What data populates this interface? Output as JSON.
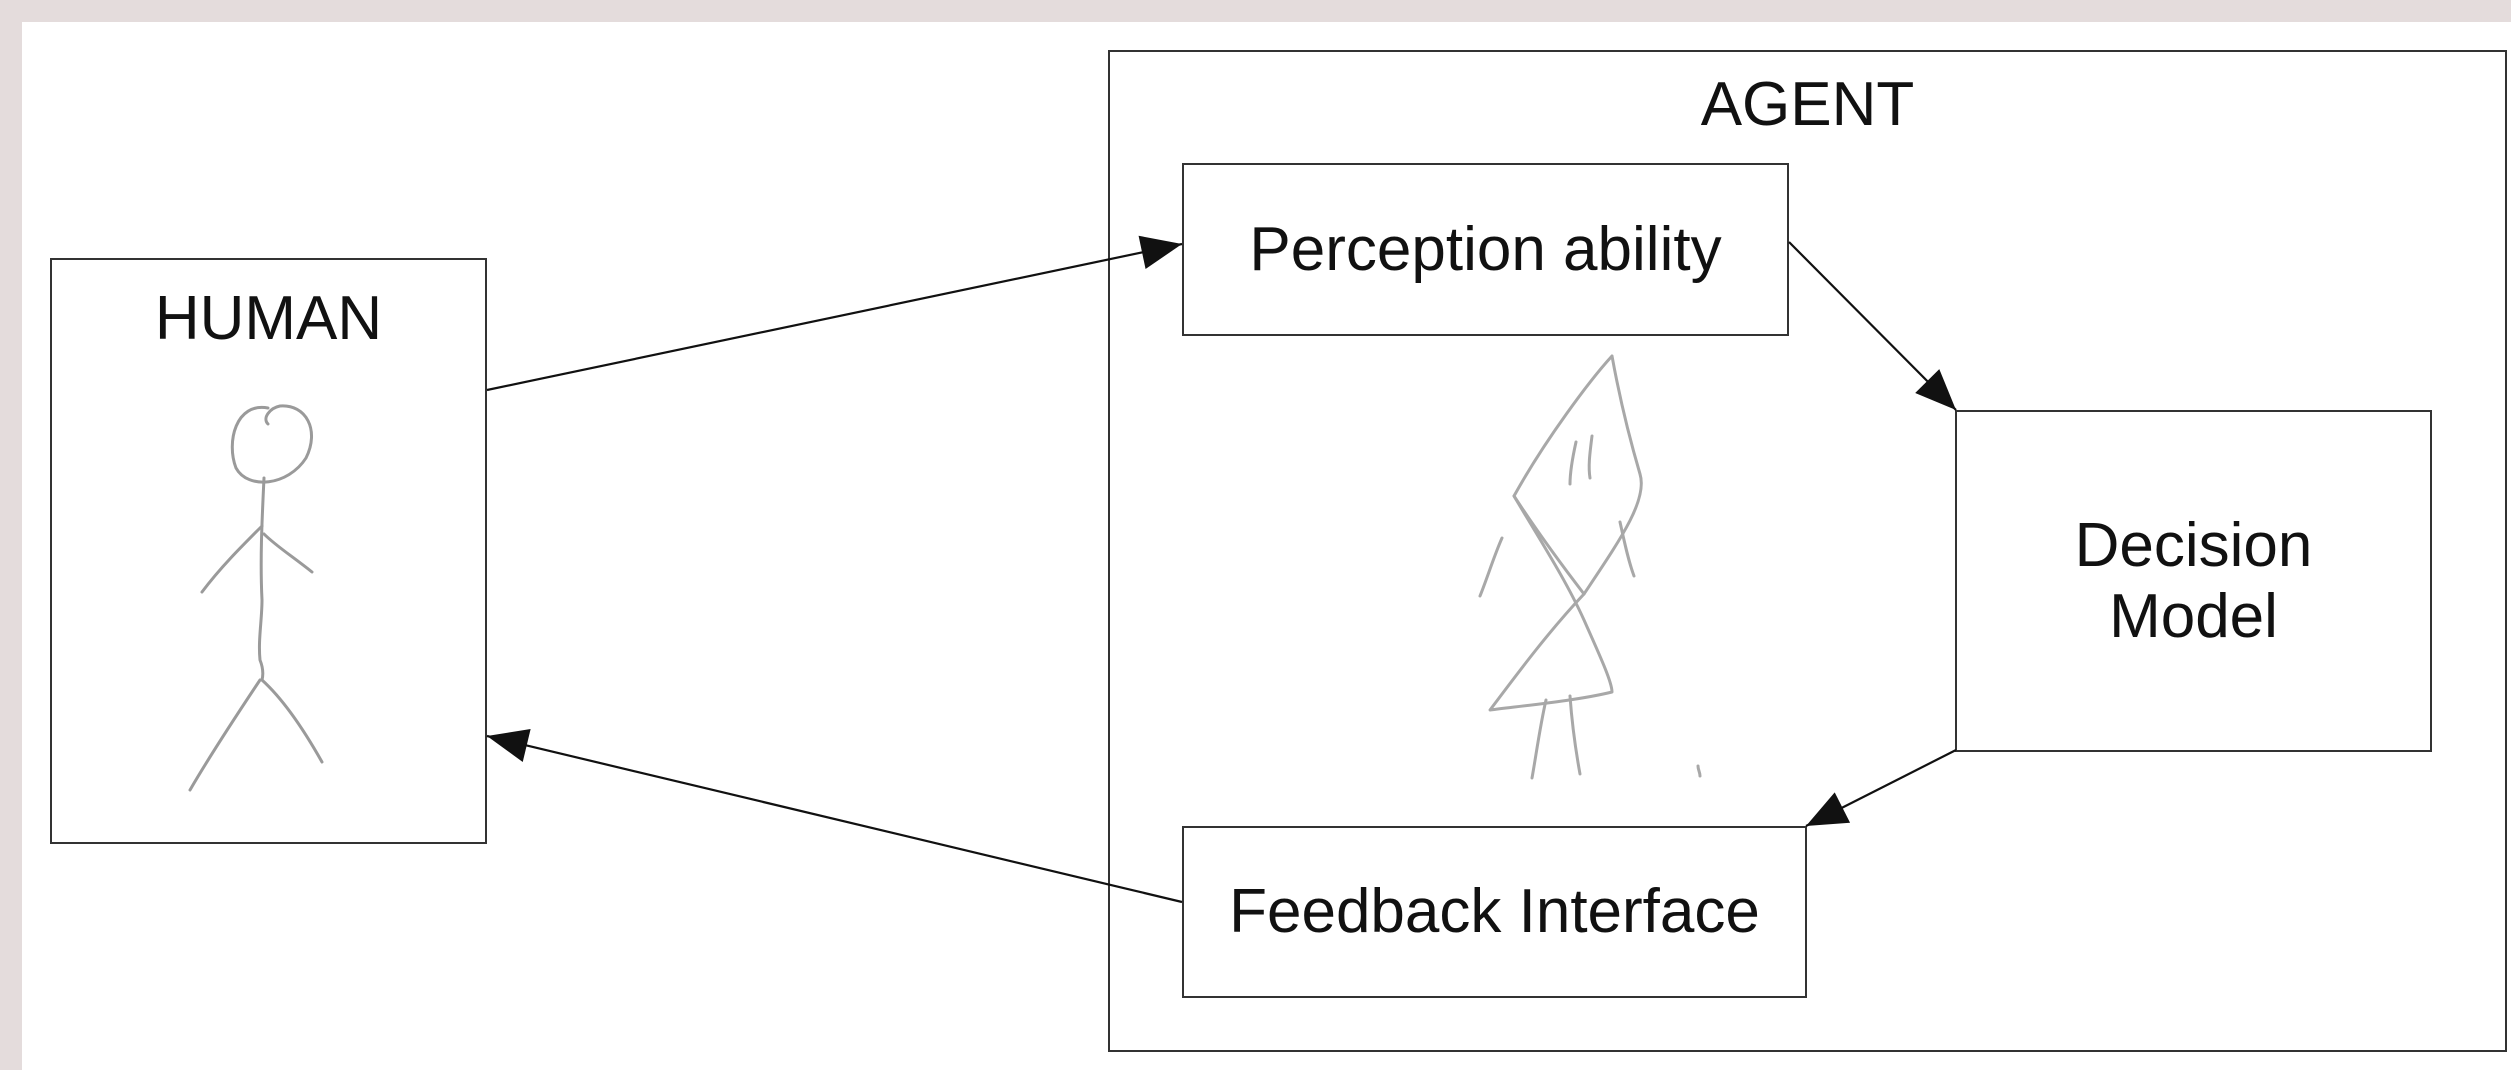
{
  "colors": {
    "outer_background": "#e4dcdc",
    "canvas": "#ffffff",
    "border": "#333333",
    "text": "#111111",
    "sketch": "#9a9a9a"
  },
  "human": {
    "title": "HUMAN",
    "icon": "stick-figure-icon"
  },
  "agent": {
    "title": "AGENT",
    "icon": "robot-sketch-icon",
    "nodes": {
      "perception": "Perception ability",
      "decision_line1": "Decision",
      "decision_line2": "Model",
      "feedback": "Feedback Interface"
    }
  },
  "edges": [
    {
      "from": "HUMAN",
      "to": "Perception ability"
    },
    {
      "from": "Perception ability",
      "to": "Decision Model"
    },
    {
      "from": "Decision Model",
      "to": "Feedback Interface"
    },
    {
      "from": "Feedback Interface",
      "to": "HUMAN"
    }
  ]
}
